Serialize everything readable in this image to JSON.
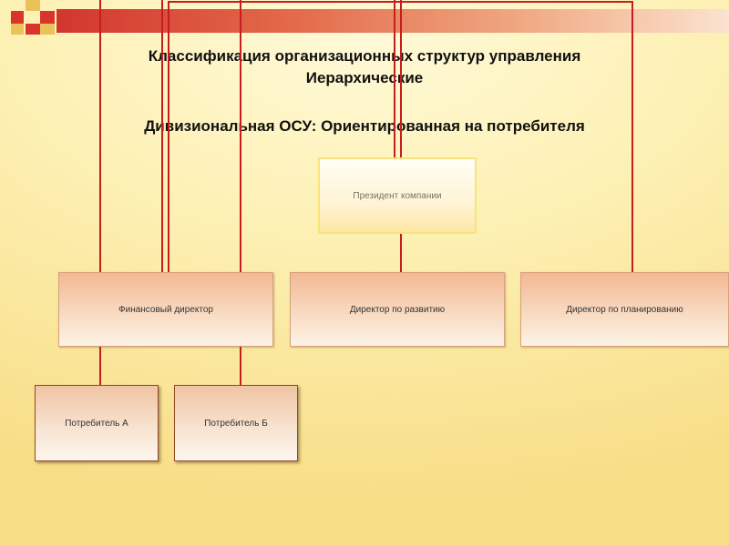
{
  "slide": {
    "title_line1": "Классификация организационных структур управления",
    "title_line2": "Иерархические",
    "title_line3": "Дивизиональная  ОСУ: Ориентированная на потребителя"
  },
  "org_chart": {
    "president": "Президент компании",
    "directors": [
      "Финансовый директор",
      "Директор по развитию",
      "Директор по планированию"
    ],
    "consumers": [
      "Потребитель А",
      "Потребитель Б"
    ]
  },
  "colors": {
    "connector": "#c41e1e",
    "banner_start": "#d2362e",
    "background": "#fdf1b6"
  }
}
